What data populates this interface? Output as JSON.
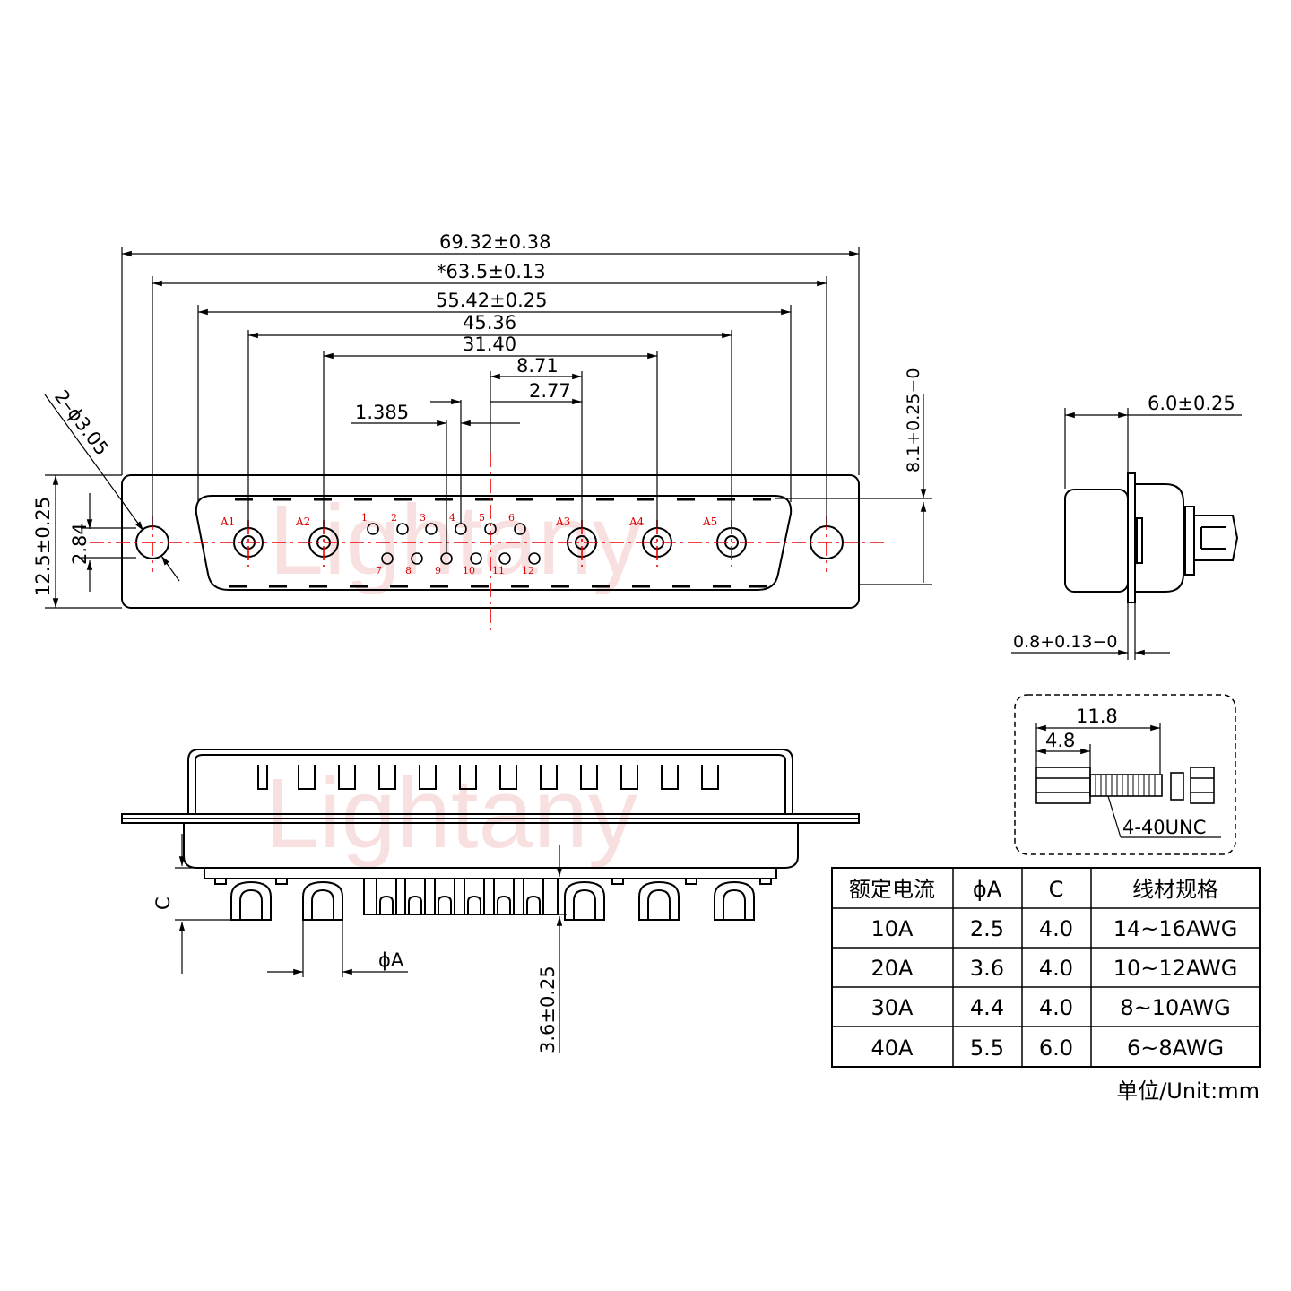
{
  "watermark": "Lightany",
  "front_dims": {
    "overall": "69.32±0.38",
    "mount": "*63.5±0.13",
    "shell": "55.42±0.25",
    "d4536": "45.36",
    "d3140": "31.40",
    "d871": "8.71",
    "d277": "2.77",
    "d1385": "1.385",
    "holes": "2–ϕ3.05",
    "height": "12.5±0.25",
    "row": "2.84",
    "depth": "8.1+0.25−0"
  },
  "pins": {
    "power": [
      "A1",
      "A2",
      "A3",
      "A4",
      "A5"
    ],
    "signal_top": [
      "1",
      "2",
      "3",
      "4",
      "5",
      "6"
    ],
    "signal_bottom": [
      "7",
      "8",
      "9",
      "10",
      "11",
      "12"
    ]
  },
  "side_dims": {
    "width": "6.0±0.25",
    "flange": "0.8+0.13−0"
  },
  "screw": {
    "length": "11.8",
    "head": "4.8",
    "thread": "4-40UNC"
  },
  "bottom_dims": {
    "c": "C",
    "phiA": "ϕA",
    "pin_len": "3.6±0.25"
  },
  "table": {
    "headers": [
      "额定电流",
      "ϕA",
      "C",
      "线材规格"
    ],
    "rows": [
      [
        "10A",
        "2.5",
        "4.0",
        "14~16AWG"
      ],
      [
        "20A",
        "3.6",
        "4.0",
        "10~12AWG"
      ],
      [
        "30A",
        "4.4",
        "4.0",
        "8~10AWG"
      ],
      [
        "40A",
        "5.5",
        "6.0",
        "6~8AWG"
      ]
    ]
  },
  "unit": "单位/Unit:mm"
}
